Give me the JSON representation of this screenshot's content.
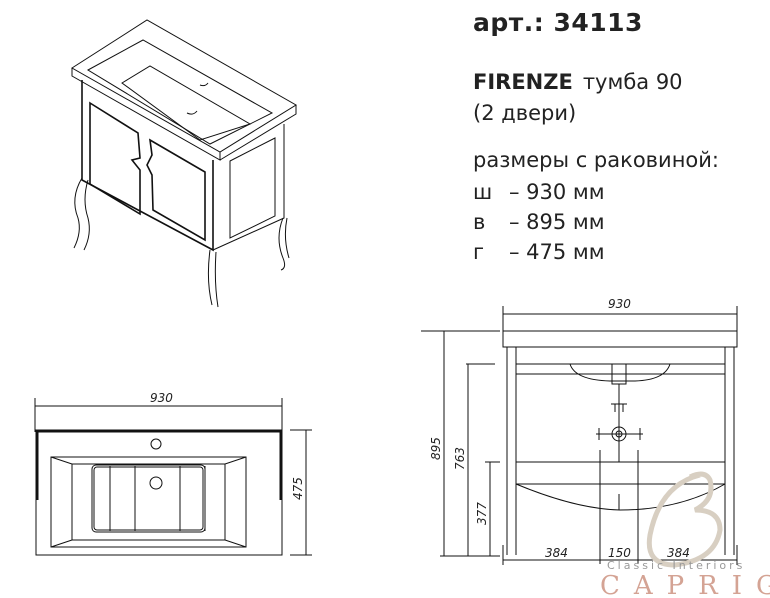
{
  "header": {
    "article": "арт.: 34113",
    "model": "FIRENZE",
    "product": "тумба 90",
    "subtitle": "(2 двери)",
    "dims_heading": "размеры с раковиной:",
    "dims": [
      {
        "key": "ш",
        "value": "– 930 мм"
      },
      {
        "key": "в",
        "value": "– 895 мм"
      },
      {
        "key": "г",
        "value": "– 475 мм"
      }
    ]
  },
  "top_view": {
    "width_label": "930",
    "depth_label": "475"
  },
  "front_view": {
    "width_label": "930",
    "height_total": "895",
    "height_rail": "763",
    "height_shelf": "377",
    "bottom_left": "384",
    "bottom_center": "150",
    "bottom_right": "384"
  },
  "logo": {
    "brand": "CAPRIGO",
    "tagline": "Classic Interiors",
    "colors": {
      "brand": "#d4a394",
      "monogram": "#d8cfc2"
    }
  }
}
